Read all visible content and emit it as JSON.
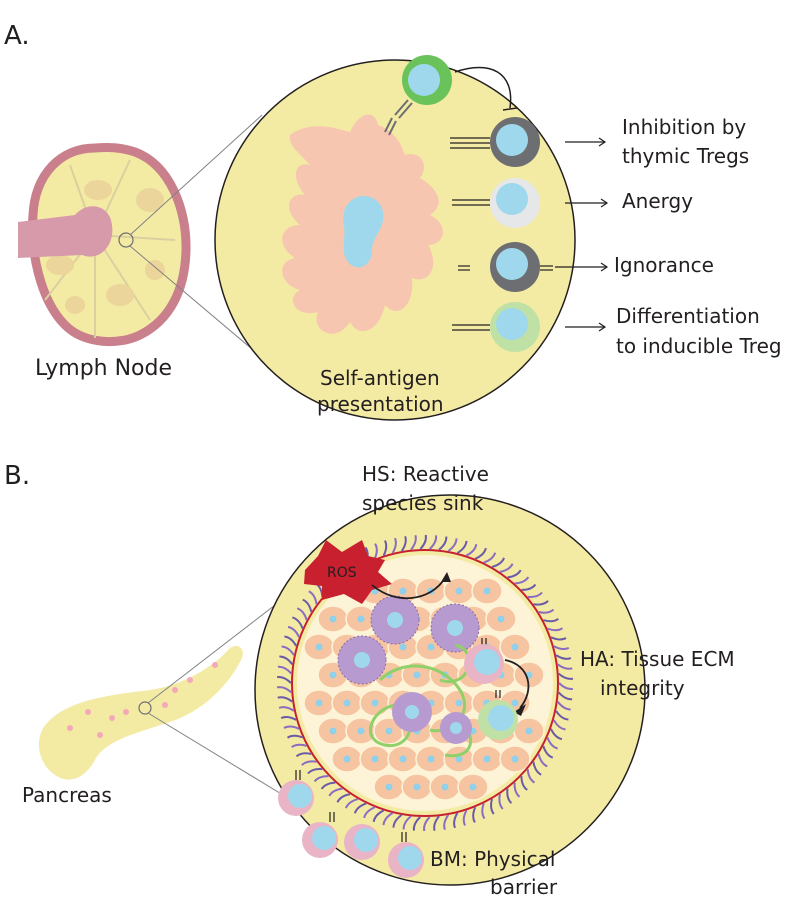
{
  "panel_a": {
    "letter": "A.",
    "lymph_node_label": "Lymph Node",
    "presentation_label_line1": "Self-antigen",
    "presentation_label_line2": "presentation",
    "outcomes": [
      {
        "line1": "Inhibition by",
        "line2": "thymic Tregs"
      },
      {
        "line1": "Anergy",
        "line2": ""
      },
      {
        "line1": "Ignorance",
        "line2": ""
      },
      {
        "line1": "Differentiation",
        "line2": "to inducible Treg"
      }
    ]
  },
  "panel_b": {
    "letter": "B.",
    "pancreas_label": "Pancreas",
    "ros_label": "ROS",
    "hs_line1": "HS: Reactive",
    "hs_line2": "species sink",
    "ha_line1": "HA: Tissue ECM",
    "ha_line2": "integrity",
    "bm_line1": "BM: Physical",
    "bm_line2": "barrier"
  },
  "colors": {
    "yellow": "#f3eba3",
    "pink_salmon": "#f7c6b0",
    "nucleus_blue": "#9fd8ec",
    "treg_green": "#6ac25a",
    "dark_gray": "#6d6e71",
    "light_gray": "#e6e7e8",
    "light_green": "#bfe1a5",
    "node_pink": "#c97f8c",
    "beta_orange": "#f6c4a0",
    "purple": "#b79ad0",
    "ros_red": "#c9202f"
  }
}
